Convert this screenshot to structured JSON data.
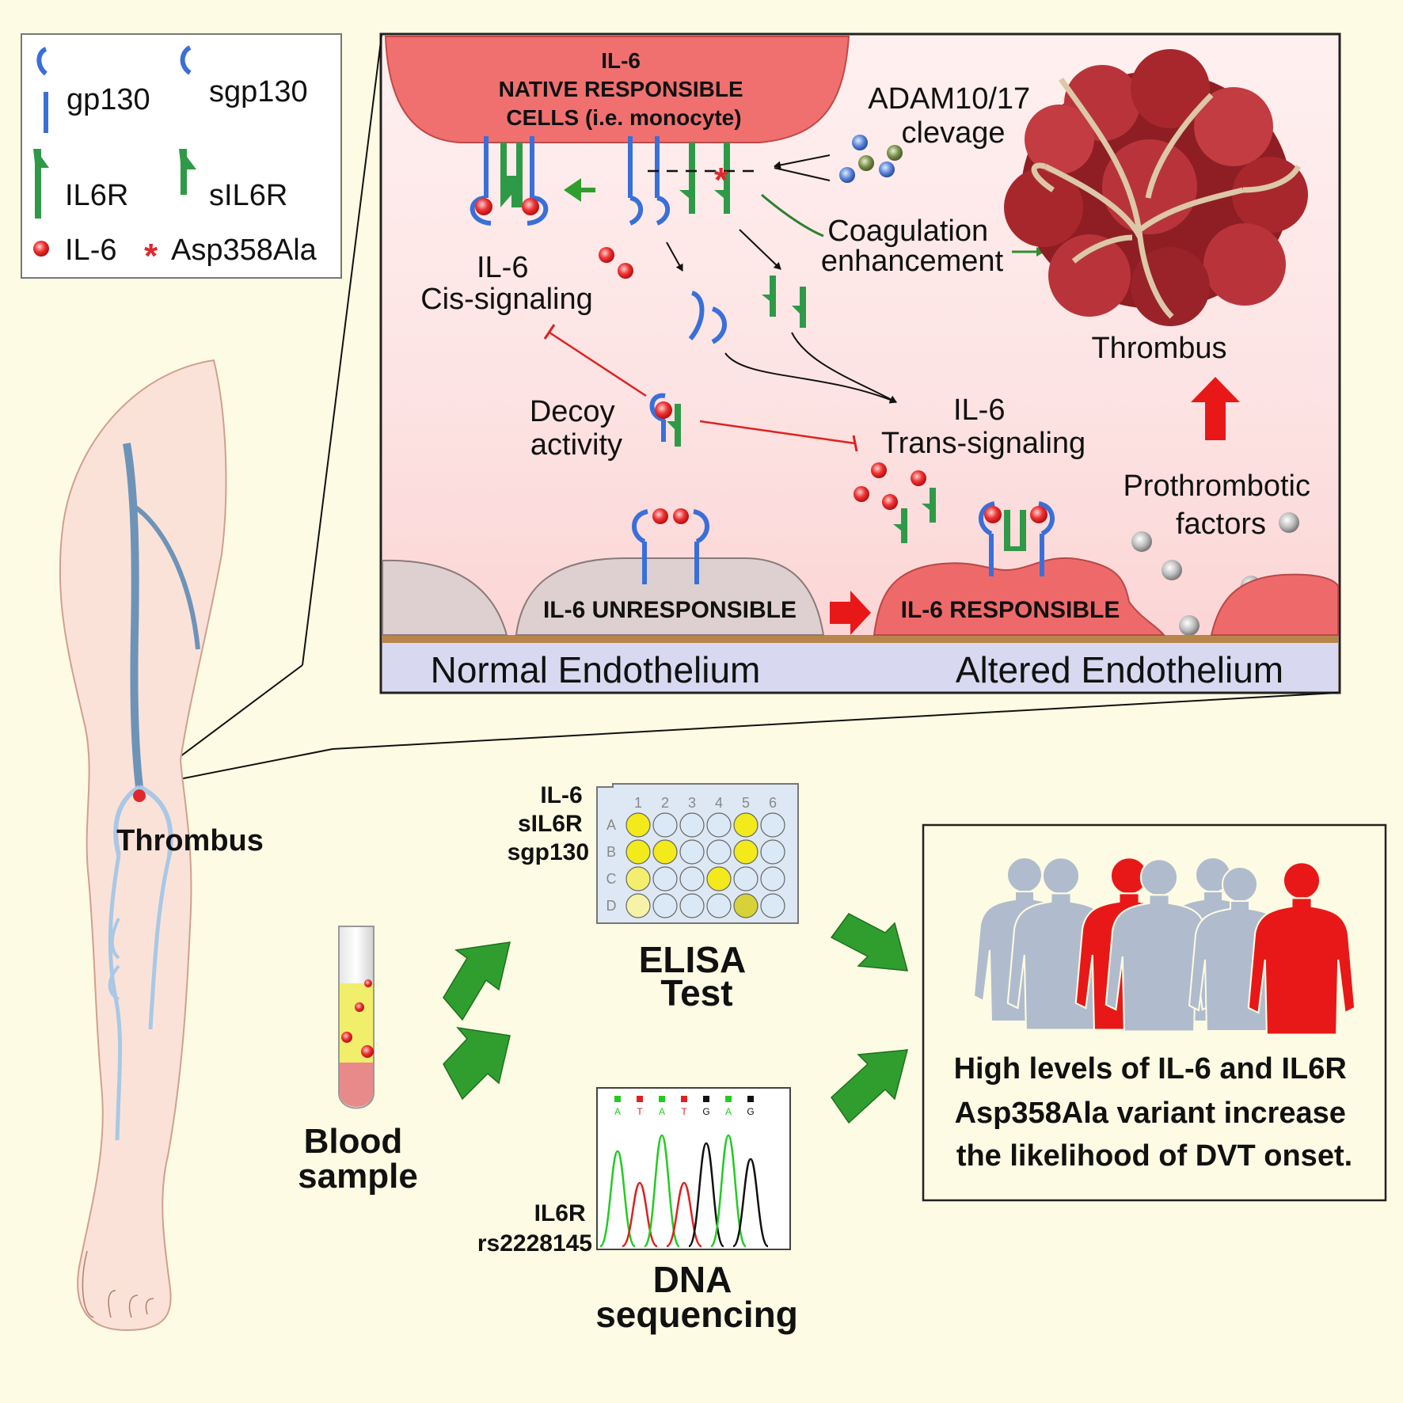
{
  "legend": {
    "gp130": "gp130",
    "sgp130": "sgp130",
    "il6r": "IL6R",
    "sil6r": "sIL6R",
    "il6": "IL-6",
    "variant": "Asp358Ala"
  },
  "panel": {
    "native_cells": [
      "IL-6",
      "NATIVE RESPONSIBLE",
      "CELLS (i.e. monocyte)"
    ],
    "adam": [
      "ADAM10/17",
      "clevage"
    ],
    "coagulation": [
      "Coagulation",
      "enhancement"
    ],
    "thrombus": "Thrombus",
    "cis": [
      "IL-6",
      "Cis-signaling"
    ],
    "decoy": [
      "Decoy",
      "activity"
    ],
    "trans": [
      "IL-6",
      "Trans-signaling"
    ],
    "prothrombotic": [
      "Prothrombotic",
      "factors"
    ],
    "unresponsible": "IL-6 UNRESPONSIBLE",
    "responsible": "IL-6 RESPONSIBLE",
    "normal_endo": "Normal Endothelium",
    "altered_endo": "Altered Endothelium"
  },
  "leg": {
    "thrombus": "Thrombus"
  },
  "blood": [
    "Blood",
    "sample"
  ],
  "elisa": {
    "analytes": [
      "IL-6",
      "sIL6R",
      "sgp130"
    ],
    "cols": [
      "1",
      "2",
      "3",
      "4",
      "5",
      "6"
    ],
    "rows": [
      "A",
      "B",
      "C",
      "D"
    ],
    "title": [
      "ELISA",
      "Test"
    ]
  },
  "dna": {
    "bases": [
      "A",
      "T",
      "A",
      "T",
      "G",
      "A",
      "G"
    ],
    "gene": [
      "IL6R",
      "rs2228145"
    ],
    "title": [
      "DNA",
      "sequencing"
    ]
  },
  "conclusion": [
    "High levels of IL-6 and IL6R",
    "Asp358Ala variant increase",
    "the likelihood of DVT onset."
  ],
  "colors": {
    "gp130": "#3a6fd8",
    "il6r": "#2e9a48",
    "il6": "#e0282c",
    "arrow_green": "#2f9e2f",
    "arrow_red": "#e81818",
    "thrombus": "#a8272d",
    "background": "#fdfbe3"
  }
}
